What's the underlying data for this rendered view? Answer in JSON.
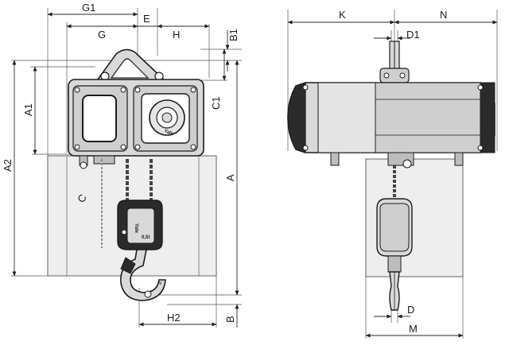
{
  "brand": "Yale",
  "front_view": {
    "hook_plate": "0,5t",
    "dimension_labels": {
      "G1": "G1",
      "G": "G",
      "E": "E",
      "H": "H",
      "B1": "B1",
      "A1": "A1",
      "A2": "A2",
      "C1": "C1",
      "A": "A",
      "C": "C",
      "H2": "H2",
      "B": "B"
    }
  },
  "side_view": {
    "dimension_labels": {
      "K": "K",
      "N": "N",
      "D1": "D1",
      "D": "D",
      "M": "M"
    }
  },
  "colors": {
    "body_gray": "#d9d9d9",
    "dark": "#2b2b2b",
    "mid_gray": "#bdbdbd",
    "light_gray": "#eeeeee"
  }
}
